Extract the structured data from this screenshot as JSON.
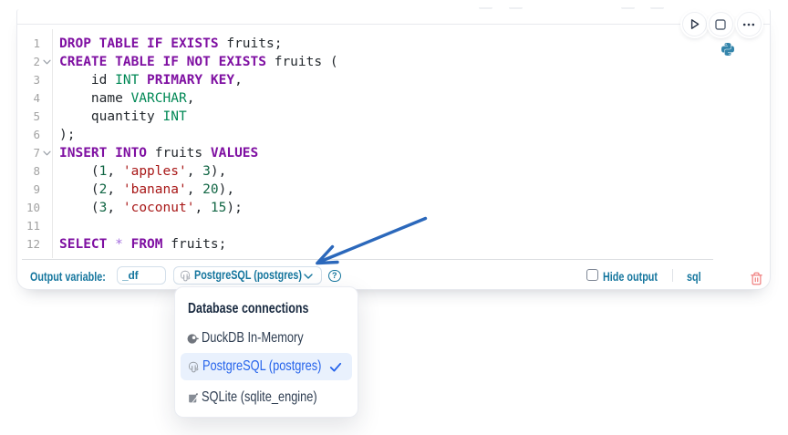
{
  "cell": {
    "actions": [
      {
        "id": "run",
        "icon": "play-icon"
      },
      {
        "id": "stop",
        "icon": "stop-icon"
      },
      {
        "id": "more",
        "icon": "ellipsis-icon"
      }
    ],
    "language_icon": "python-icon",
    "editor": {
      "lines": [
        {
          "num": "1",
          "fold": false,
          "tokens": [
            [
              "kw",
              "DROP TABLE IF EXISTS"
            ],
            [
              "pl",
              " fruits;"
            ]
          ]
        },
        {
          "num": "2",
          "fold": true,
          "tokens": [
            [
              "kw",
              "CREATE TABLE IF NOT EXISTS"
            ],
            [
              "pl",
              " fruits ("
            ]
          ]
        },
        {
          "num": "3",
          "fold": false,
          "tokens": [
            [
              "pl",
              "    id "
            ],
            [
              "ty",
              "INT"
            ],
            [
              "pl",
              " "
            ],
            [
              "kw",
              "PRIMARY KEY"
            ],
            [
              "pl",
              ","
            ]
          ]
        },
        {
          "num": "4",
          "fold": false,
          "tokens": [
            [
              "pl",
              "    name "
            ],
            [
              "ty",
              "VARCHAR"
            ],
            [
              "pl",
              ","
            ]
          ]
        },
        {
          "num": "5",
          "fold": false,
          "tokens": [
            [
              "pl",
              "    quantity "
            ],
            [
              "ty",
              "INT"
            ]
          ]
        },
        {
          "num": "6",
          "fold": false,
          "tokens": [
            [
              "pl",
              ");"
            ]
          ]
        },
        {
          "num": "7",
          "fold": true,
          "tokens": [
            [
              "kw",
              "INSERT INTO"
            ],
            [
              "pl",
              " fruits "
            ],
            [
              "kw",
              "VALUES"
            ]
          ]
        },
        {
          "num": "8",
          "fold": false,
          "tokens": [
            [
              "pl",
              "    ("
            ],
            [
              "nu",
              "1"
            ],
            [
              "pl",
              ", "
            ],
            [
              "st",
              "'apples'"
            ],
            [
              "pl",
              ", "
            ],
            [
              "nu",
              "3"
            ],
            [
              "pl",
              "),"
            ]
          ]
        },
        {
          "num": "9",
          "fold": false,
          "tokens": [
            [
              "pl",
              "    ("
            ],
            [
              "nu",
              "2"
            ],
            [
              "pl",
              ", "
            ],
            [
              "st",
              "'banana'"
            ],
            [
              "pl",
              ", "
            ],
            [
              "nu",
              "20"
            ],
            [
              "pl",
              "),"
            ]
          ]
        },
        {
          "num": "10",
          "fold": false,
          "tokens": [
            [
              "pl",
              "    ("
            ],
            [
              "nu",
              "3"
            ],
            [
              "pl",
              ", "
            ],
            [
              "st",
              "'coconut'"
            ],
            [
              "pl",
              ", "
            ],
            [
              "nu",
              "15"
            ],
            [
              "pl",
              ");"
            ]
          ]
        },
        {
          "num": "11",
          "fold": false,
          "tokens": []
        },
        {
          "num": "12",
          "fold": false,
          "tokens": [
            [
              "kw",
              "SELECT"
            ],
            [
              "pl",
              " "
            ],
            [
              "op",
              "*"
            ],
            [
              "pl",
              " "
            ],
            [
              "kw",
              "FROM"
            ],
            [
              "pl",
              " fruits;"
            ]
          ]
        }
      ]
    },
    "footer": {
      "output_variable_label": "Output variable:",
      "output_variable_value": "_df",
      "connection_label": "PostgreSQL (postgres)",
      "connection_icon": "postgresql-icon",
      "help_icon_text": "?",
      "hide_output_label": "Hide output",
      "hide_output_checked": false,
      "language_label": "sql"
    }
  },
  "menu": {
    "header": "Database connections",
    "items": [
      {
        "label": "DuckDB In-Memory",
        "icon": "duckdb-icon",
        "selected": false
      },
      {
        "label": "PostgreSQL (postgres)",
        "icon": "postgresql-icon",
        "selected": true
      },
      {
        "label": "SQLite (sqlite_engine)",
        "icon": "sqlite-icon",
        "selected": false
      }
    ]
  },
  "colors": {
    "accent_label": "#15769e",
    "selected_item": "#2563eb",
    "keyword": "#7f10a2",
    "type": "#008855",
    "number": "#116644",
    "string": "#a81717",
    "operator": "#a46ede",
    "arrow": "#2b68bb",
    "trash": "#f08080",
    "python_icon": "#3485ab"
  }
}
